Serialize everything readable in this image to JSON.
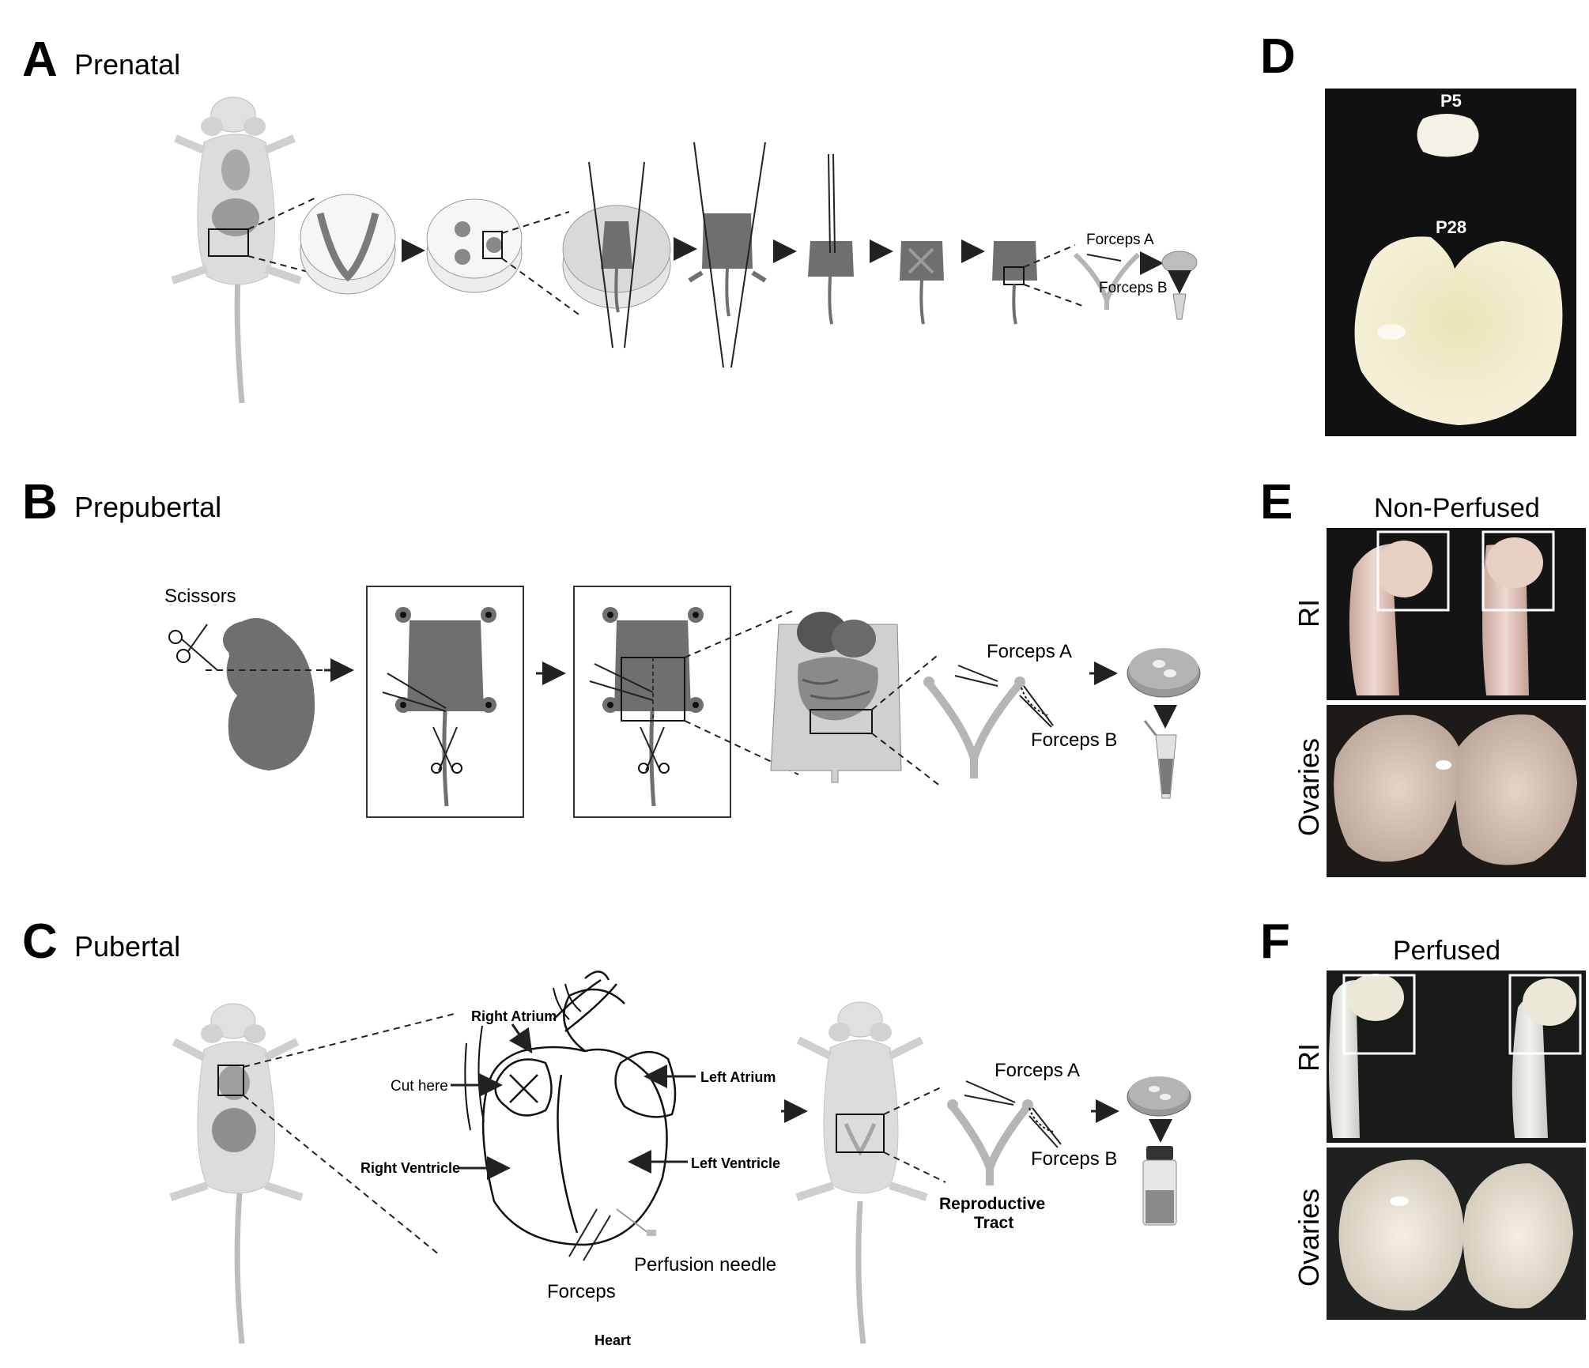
{
  "panels": {
    "A": {
      "letter": "A",
      "title": "Prenatal",
      "forceps_a": "Forceps A",
      "forceps_b": "Forceps B"
    },
    "B": {
      "letter": "B",
      "title": "Prepubertal",
      "scissors": "Scissors",
      "forceps_a": "Forceps A",
      "forceps_b": "Forceps B"
    },
    "C": {
      "letter": "C",
      "title": "Pubertal",
      "right_atrium": "Right Atrium",
      "left_atrium": "Left Atrium",
      "cut_here": "Cut here",
      "right_ventricle": "Right Ventricle",
      "left_ventricle": "Left Ventricle",
      "perfusion_needle": "Perfusion needle",
      "forceps": "Forceps",
      "heart": "Heart",
      "forceps_a": "Forceps A",
      "forceps_b": "Forceps B",
      "reproductive_tract_1": "Reproductive",
      "reproductive_tract_2": "Tract"
    },
    "D": {
      "letter": "D",
      "p5": "P5",
      "p28": "P28"
    },
    "E": {
      "letter": "E",
      "title": "Non-Perfused",
      "row1": "RI",
      "row2": "Ovaries"
    },
    "F": {
      "letter": "F",
      "title": "Perfused",
      "row1": "RI",
      "row2": "Ovaries"
    }
  },
  "colors": {
    "tissue_gray": "#6f6f6f",
    "light_gray": "#d6d6d6",
    "photo_bg": "#1b1b1b",
    "ovary_cream": "#efe8c9"
  }
}
